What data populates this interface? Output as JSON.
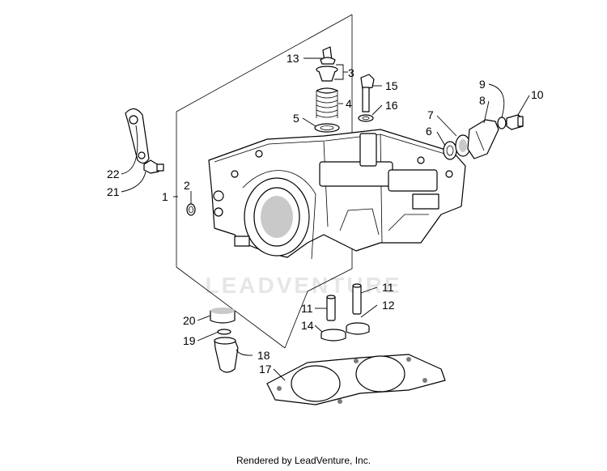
{
  "watermark": "LEADVENTURE",
  "footer": "Rendered by LeadVenture, Inc.",
  "callouts": {
    "c1": "1",
    "c2": "2",
    "c3": "3",
    "c4": "4",
    "c5": "5",
    "c6": "6",
    "c7": "7",
    "c8": "8",
    "c9": "9",
    "c10": "10",
    "c11a": "11",
    "c11b": "11",
    "c12": "12",
    "c13": "13",
    "c14": "14",
    "c15": "15",
    "c16": "16",
    "c17": "17",
    "c18": "18",
    "c19": "19",
    "c20": "20",
    "c21": "21",
    "c22": "22"
  }
}
